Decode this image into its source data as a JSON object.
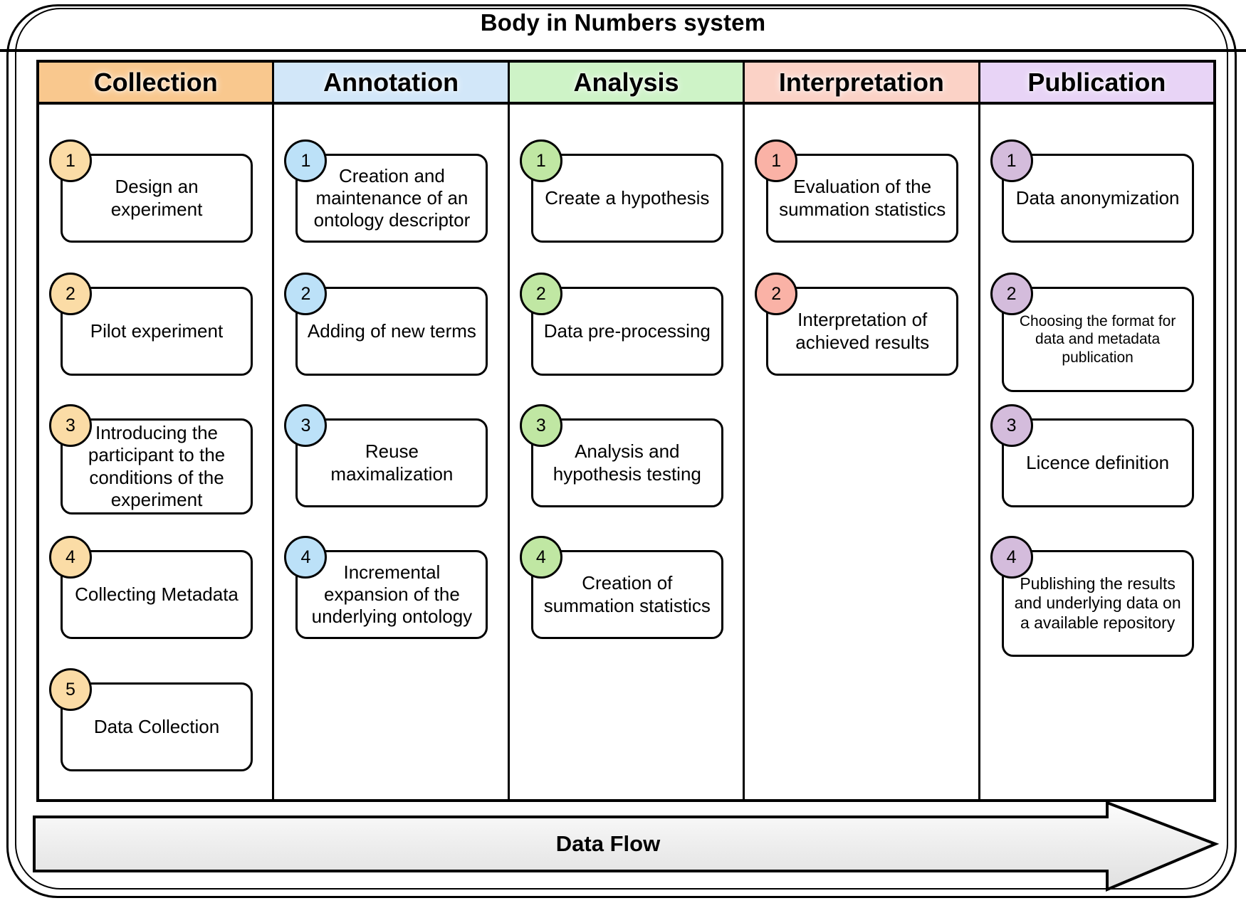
{
  "title": "Body in Numbers system",
  "arrow": {
    "label": "Data Flow"
  },
  "columns": [
    {
      "name": "Collection",
      "header_color": "#F9C88E",
      "circle_color": "#FBDCA6",
      "cards": [
        {
          "num": "1",
          "label": "Design an\nexperiment"
        },
        {
          "num": "2",
          "label": "Pilot experiment"
        },
        {
          "num": "3",
          "label": "Introducing the\nparticipant to the\nconditions of the\nexperiment"
        },
        {
          "num": "4",
          "label": "Collecting Metadata"
        },
        {
          "num": "5",
          "label": "Data Collection"
        }
      ]
    },
    {
      "name": "Annotation",
      "header_color": "#D2E7F9",
      "circle_color": "#BCE1F8",
      "cards": [
        {
          "num": "1",
          "label": "Creation and\nmaintenance of an\nontology descriptor"
        },
        {
          "num": "2",
          "label": "Adding of new terms"
        },
        {
          "num": "3",
          "label": "Reuse\nmaximalization"
        },
        {
          "num": "4",
          "label": "Incremental\nexpansion of the\nunderlying ontology"
        }
      ]
    },
    {
      "name": "Analysis",
      "header_color": "#CEF3C7",
      "circle_color": "#C0E7A3",
      "cards": [
        {
          "num": "1",
          "label": "Create a hypothesis"
        },
        {
          "num": "2",
          "label": "Data pre-processing"
        },
        {
          "num": "3",
          "label": "Analysis and\nhypothesis testing"
        },
        {
          "num": "4",
          "label": "Creation of\nsummation statistics"
        }
      ]
    },
    {
      "name": "Interpretation",
      "header_color": "#FBD2C6",
      "circle_color": "#FAB2A6",
      "cards": [
        {
          "num": "1",
          "label": "Evaluation of the\nsummation statistics"
        },
        {
          "num": "2",
          "label": "Interpretation of\nachieved results"
        }
      ]
    },
    {
      "name": "Publication",
      "header_color": "#E8D4F6",
      "circle_color": "#D4BCDC",
      "cards": [
        {
          "num": "1",
          "label": "Data anonymization"
        },
        {
          "num": "2",
          "label": "Choosing the format for\ndata and metadata\npublication"
        },
        {
          "num": "3",
          "label": "Licence definition"
        },
        {
          "num": "4",
          "label": "Publishing the results\nand underlying data on\na available repository"
        }
      ]
    }
  ]
}
